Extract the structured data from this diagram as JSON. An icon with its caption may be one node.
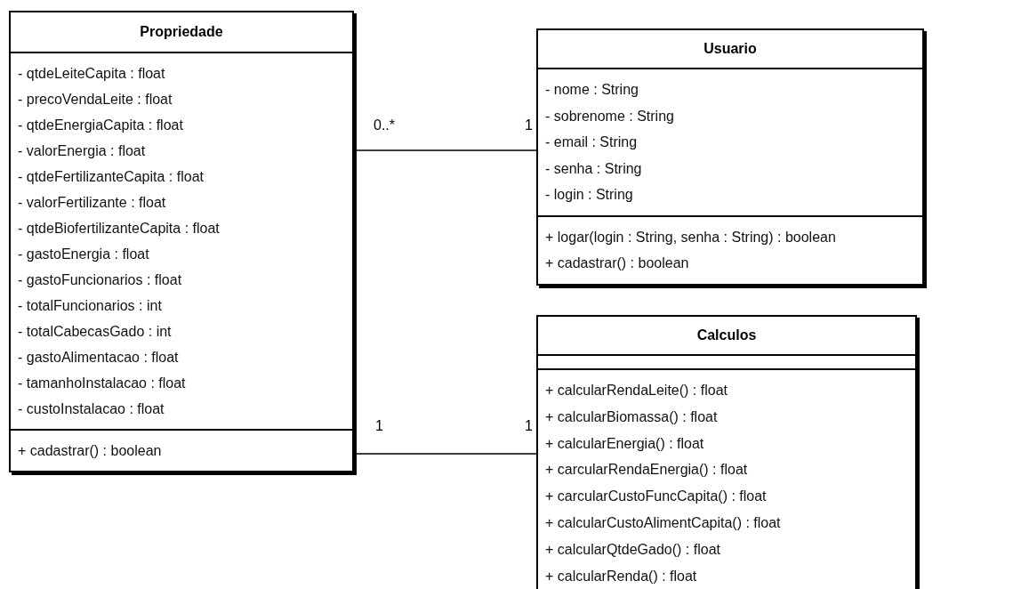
{
  "diagram": {
    "nodes": [
      {
        "text": [
          "Propriedade"
        ]
      },
      {
        "text": [
          "- qtdeLeiteCapita : float",
          "- precoVendaLeite : float",
          "- qtdeEnergiaCapita : float",
          "- valorEnergia : float",
          "- qtdeFertilizanteCapita : float",
          "- valorFertilizante : float",
          "- qtdeBiofertilizanteCapita : float",
          "- gastoEnergia : float",
          "- gastoFuncionarios : float",
          "- totalFuncionarios : int",
          "- totalCabecasGado : int",
          "- gastoAlimentacao : float",
          "- tamanhoInstalacao : float",
          "- custoInstalacao : float"
        ],
        "in": 0
      },
      {
        "text": [
          "+ cadastrar() : boolean"
        ],
        "in": 0
      },
      {
        "text": [
          "Usuario"
        ]
      },
      {
        "text": [
          "- nome : String",
          "- sobrenome : String",
          "- email : String",
          "- senha : String",
          "- login : String"
        ],
        "in": 3
      },
      {
        "text": [
          "+ logar(login : String, senha : String) : boolean",
          "+ cadastrar() : boolean"
        ],
        "in": 3
      },
      {
        "text": [
          "Calculos"
        ]
      },
      {
        "text": [],
        "shape": "box",
        "in": 6
      },
      {
        "text": [
          "+ calcularRendaLeite() : float",
          "+ calcularBiomassa() : float",
          "+ calcularEnergia() : float",
          "+ carcularRendaEnergia() : float",
          "+ carcularCustoFuncCapita() : float",
          "+ calcularCustoAlimentCapita() : float",
          "+ calcularQtdeGado() : float",
          "+ calcularRenda() : float"
        ],
        "in": 6
      }
    ],
    "edges": [
      {
        "from": 0,
        "to": 3,
        "arrow": "none"
      },
      {
        "from": 0,
        "to": 6,
        "arrow": "none"
      }
    ],
    "labels": [
      "0..*",
      "1",
      "1",
      "1"
    ]
  }
}
